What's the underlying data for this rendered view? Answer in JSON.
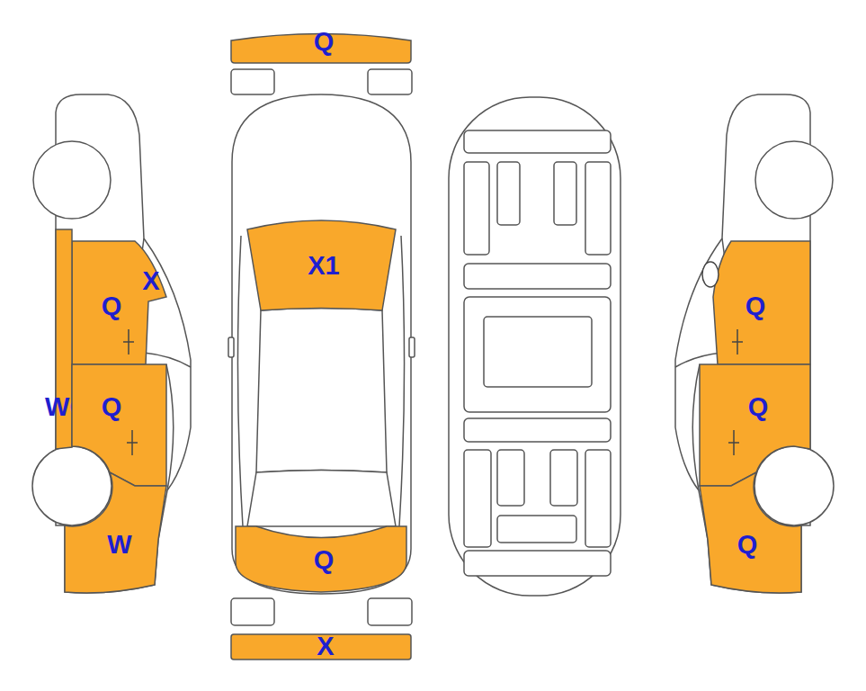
{
  "diagram": {
    "nodes": [
      {
        "text": [
          "Q"
        ]
      },
      {
        "text": [
          "X1"
        ]
      },
      {
        "text": [
          "X",
          "Q"
        ]
      },
      {
        "text": [
          "Q"
        ]
      },
      {
        "text": [
          "WQ"
        ]
      },
      {
        "text": [
          "Q"
        ]
      },
      {
        "text": [
          "Q"
        ]
      },
      {
        "text": [
          "W"
        ]
      },
      {
        "text": [
          "Q"
        ]
      },
      {
        "text": [
          "Q"
        ]
      },
      {
        "text": [
          "X"
        ]
      }
    ]
  }
}
